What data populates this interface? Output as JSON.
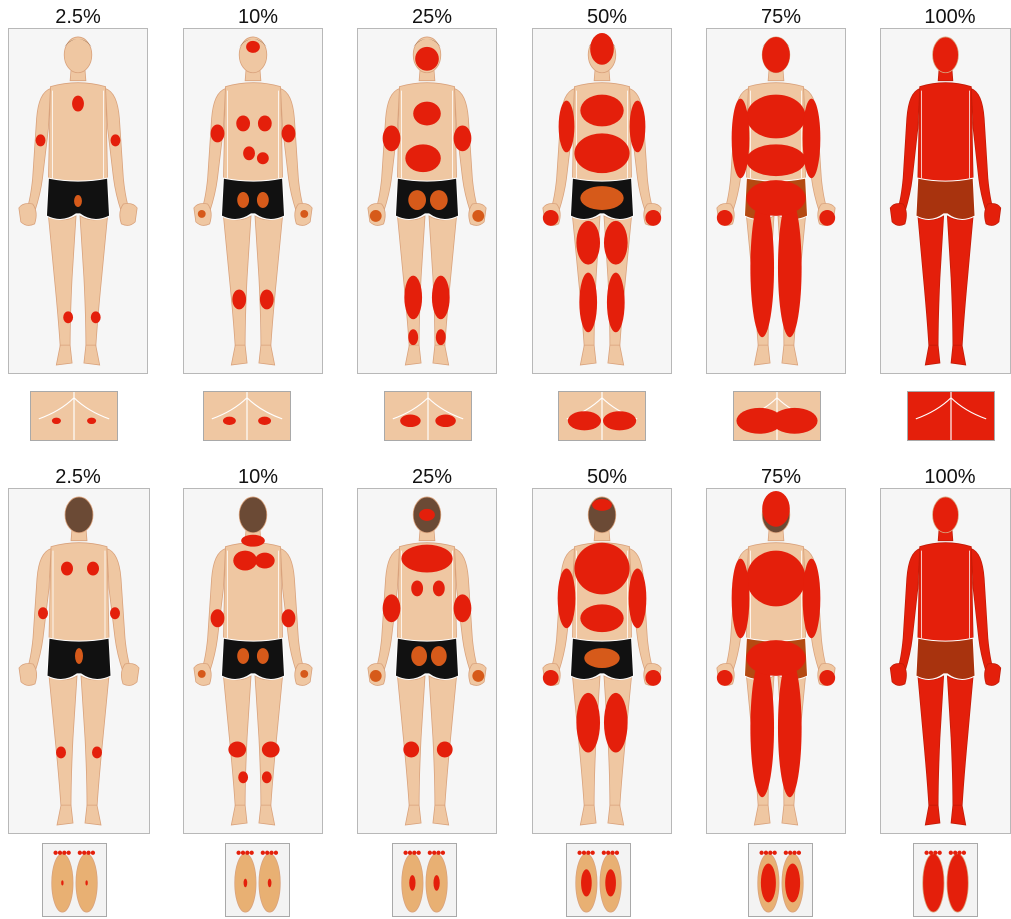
{
  "rows": [
    {
      "view": "front",
      "panels": [
        {
          "label": "2.5%",
          "coverage": 0.025
        },
        {
          "label": "10%",
          "coverage": 0.1
        },
        {
          "label": "25%",
          "coverage": 0.25
        },
        {
          "label": "50%",
          "coverage": 0.5
        },
        {
          "label": "75%",
          "coverage": 0.75
        },
        {
          "label": "100%",
          "coverage": 1.0
        }
      ]
    },
    {
      "view": "back",
      "panels": [
        {
          "label": "2.5%",
          "coverage": 0.025
        },
        {
          "label": "10%",
          "coverage": 0.1
        },
        {
          "label": "25%",
          "coverage": 0.25
        },
        {
          "label": "50%",
          "coverage": 0.5
        },
        {
          "label": "75%",
          "coverage": 0.75
        },
        {
          "label": "100%",
          "coverage": 1.0
        }
      ]
    }
  ],
  "colors": {
    "skin": "#efc7a2",
    "skin_shade": "#d9a27c",
    "lesion": "#e41f0b",
    "lesion_dark": "#c11a06",
    "shorts": "#111111",
    "shorts_lesion": "#d65a1a",
    "hair": "#6b4a35",
    "panel_bg": "#f6f6f6",
    "panel_border": "#b8b8b8"
  },
  "icons": [
    "front-body-figure",
    "back-body-figure",
    "groin-closeup",
    "soles-closeup"
  ]
}
